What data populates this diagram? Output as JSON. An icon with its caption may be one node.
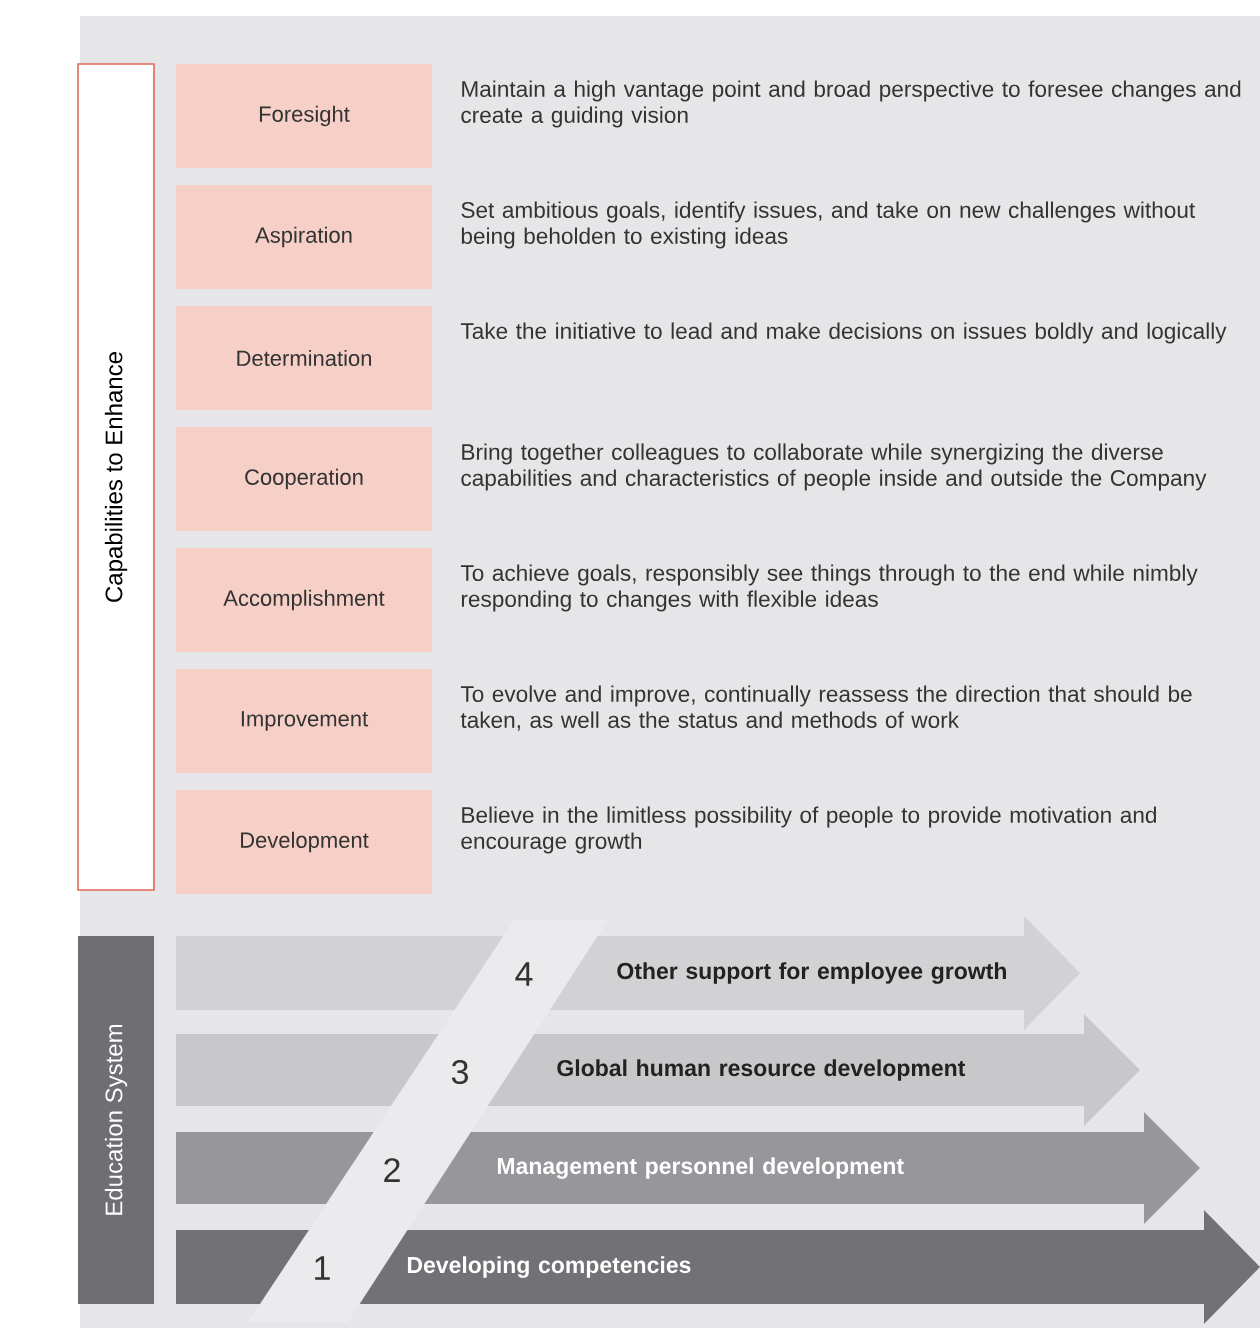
{
  "diagram": {
    "nodes": [
      {
        "text": [
          "Capabilities to Enhance"
        ]
      },
      {
        "text": [
          "Foresight"
        ],
        "beside": [
          "Maintain a high vantage point and broad perspective to foresee changes and create a guiding vision"
        ]
      },
      {
        "text": [
          "Aspiration"
        ],
        "beside": [
          "Set ambitious goals, identify issues, and take on new challenges without being beholden to existing ideas"
        ]
      },
      {
        "text": [
          "Determination"
        ],
        "beside": [
          "Take the initiative to lead and make decisions on issues boldly and logically"
        ]
      },
      {
        "text": [
          "Cooperation"
        ],
        "beside": [
          "Bring together colleagues to collaborate while synergizing the diverse capabilities and characteristics of people inside and outside the Company"
        ]
      },
      {
        "text": [
          "Accomplishment"
        ],
        "beside": [
          "To achieve goals, responsibly see things through to the end while nimbly responding to changes with flexible ideas"
        ]
      },
      {
        "text": [
          "Improvement"
        ],
        "beside": [
          "To evolve and improve, continually reassess the direction that should be taken, as well as the status and methods of work"
        ]
      },
      {
        "text": [
          "Development"
        ],
        "beside": [
          "Believe in the limitless possibility of people to provide motivation and encourage growth"
        ]
      },
      {
        "text": [
          "Education System"
        ]
      },
      {
        "text": [
          "Other support for employee growth"
        ]
      },
      {
        "text": [
          "Global human resource development"
        ]
      },
      {
        "text": [
          "Management personnel development"
        ]
      },
      {
        "text": [
          "Developing competencies"
        ]
      }
    ],
    "labels": [
      "4",
      "3",
      "2",
      "1"
    ]
  }
}
